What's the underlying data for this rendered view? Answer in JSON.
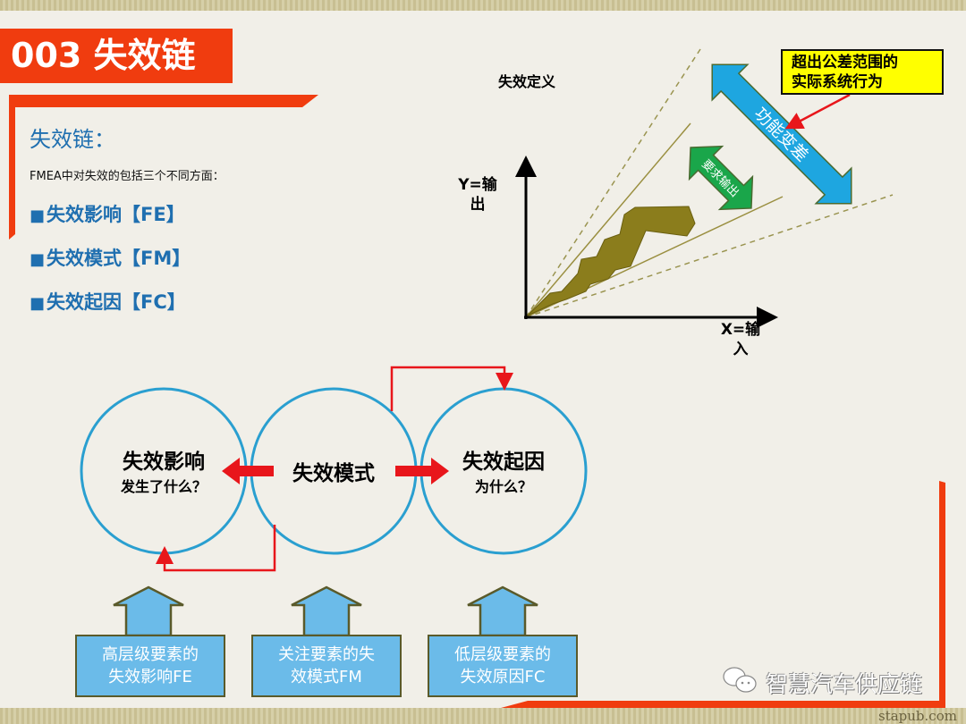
{
  "slide": {
    "title": "003 失效链",
    "heading": "失效链：",
    "intro": "FMEA中对失效的包括三个不同方面：",
    "bullets": [
      {
        "marker": "■",
        "label": "失效影响【FE】"
      },
      {
        "marker": "■",
        "label": "失效模式【FM】"
      },
      {
        "marker": "■",
        "label": "失效起因【FC】"
      }
    ]
  },
  "definition_diagram": {
    "title": "失效定义",
    "y_axis": "Y=输出",
    "x_axis": "X=输入",
    "callout": [
      "超出公差范围的",
      "实际系统行为"
    ],
    "blue_arrow_label": "功能变差",
    "green_arrow_label": "要求输出",
    "colors": {
      "callout_bg": "#ffff00",
      "blue_arrow": "#1ea6e0",
      "green_arrow": "#1aa64a",
      "actual_behavior": "#8b7d1c"
    }
  },
  "chain": {
    "circles": [
      {
        "title": "失效影响",
        "subtitle": "发生了什么？"
      },
      {
        "title": "失效模式",
        "subtitle": ""
      },
      {
        "title": "失效起因",
        "subtitle": "为什么？"
      }
    ],
    "boxes": [
      [
        "高层级要素的",
        "失效影响FE"
      ],
      [
        "关注要素的失",
        "效模式FM"
      ],
      [
        "低层级要素的",
        "失效原因FC"
      ]
    ],
    "colors": {
      "circle": "#2a9fd0",
      "arrow": "#e8161b",
      "box": "#6bbbe9"
    }
  },
  "watermark": {
    "text": "智慧汽车供应链",
    "icon": "wechat-icon",
    "site": "stapub.com"
  }
}
